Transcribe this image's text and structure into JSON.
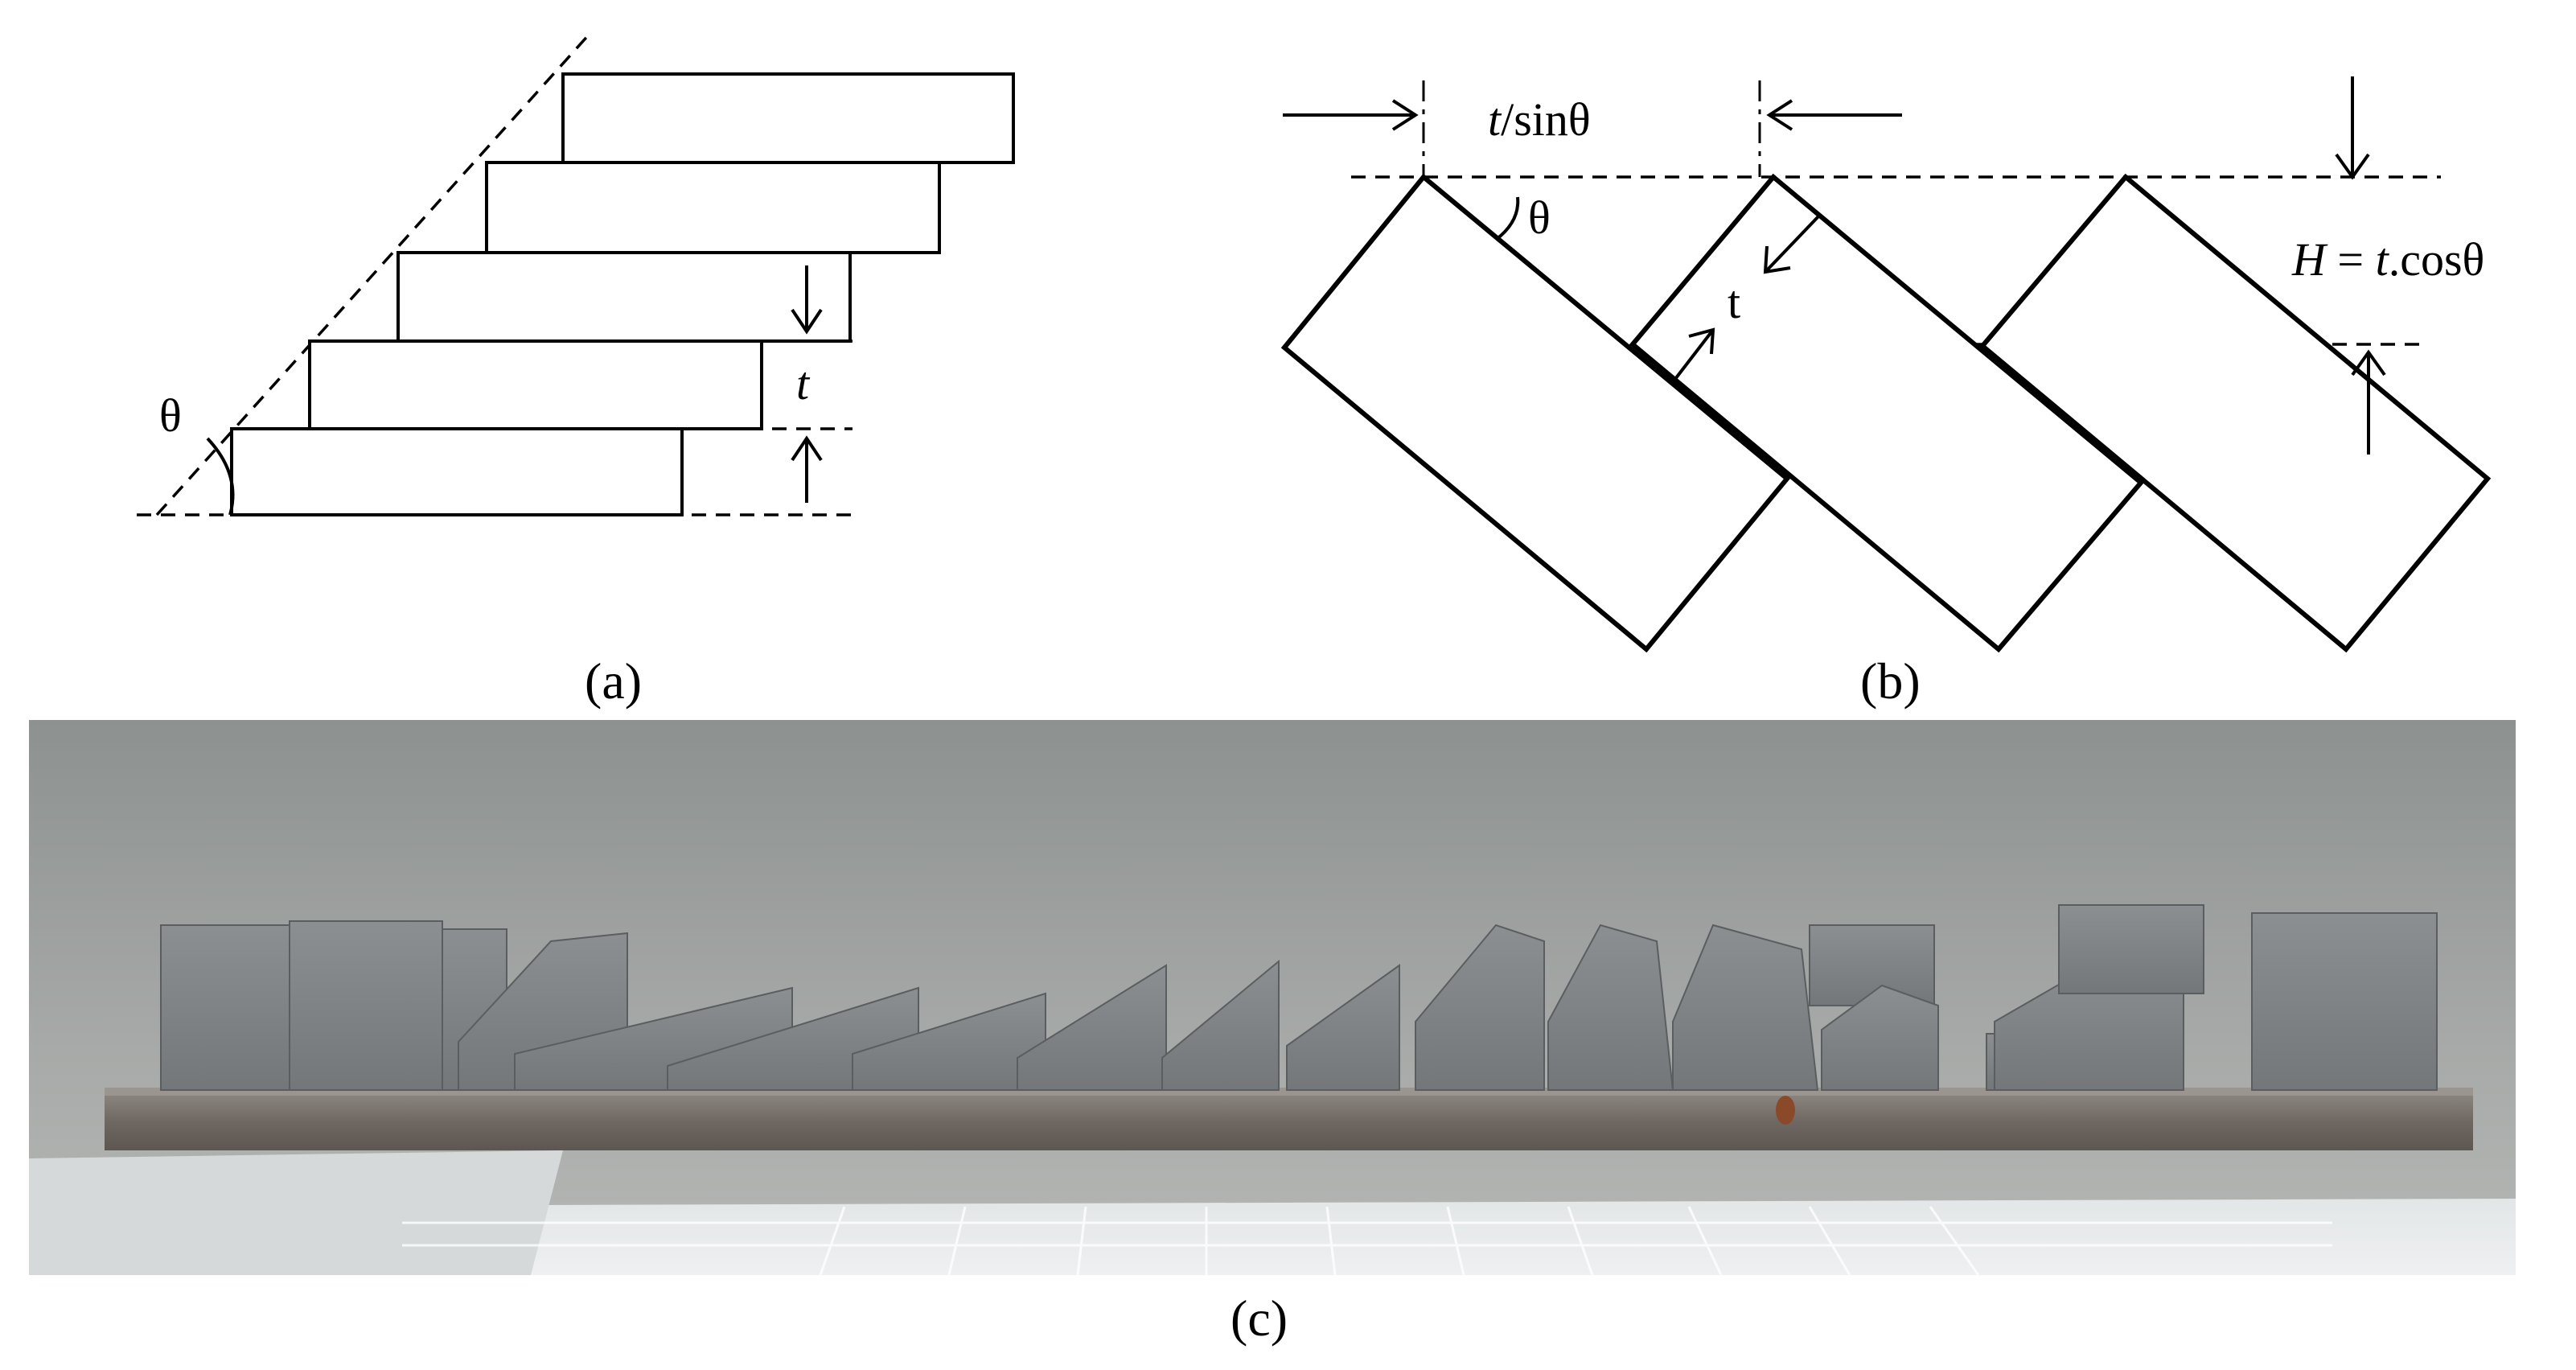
{
  "panel_a": {
    "caption": "(a)",
    "theta_label": "θ",
    "t_label": "t"
  },
  "panel_b": {
    "caption": "(b)",
    "spacing_label": "t/sinθ",
    "theta_label": "θ",
    "t_label": "t",
    "height_label": "H = t.cosθ"
  },
  "panel_c": {
    "caption": "(c)"
  }
}
